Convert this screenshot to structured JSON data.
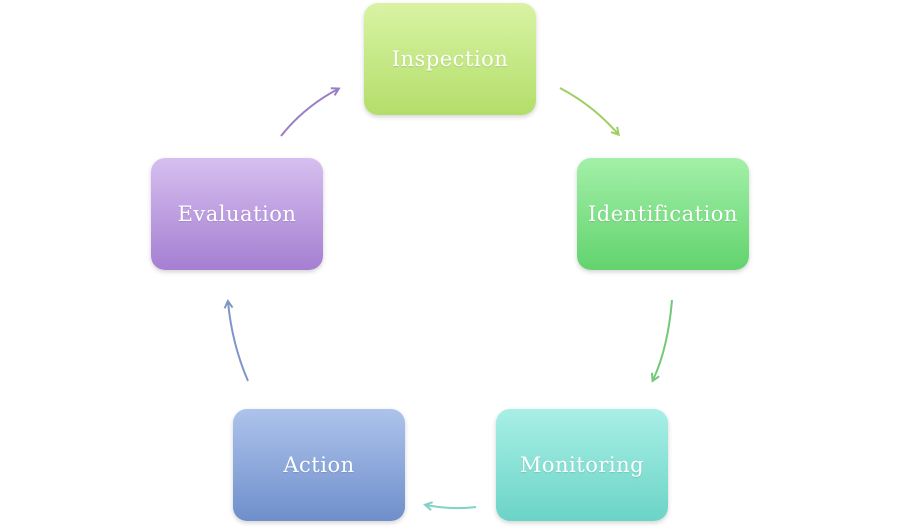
{
  "diagram": {
    "nodes": [
      {
        "id": "inspection",
        "label": "Inspection"
      },
      {
        "id": "identification",
        "label": "Identification"
      },
      {
        "id": "monitoring",
        "label": "Monitoring"
      },
      {
        "id": "action",
        "label": "Action"
      },
      {
        "id": "evaluation",
        "label": "Evaluation"
      }
    ],
    "edges": [
      {
        "from": "inspection",
        "to": "identification",
        "color": "#9fcf63"
      },
      {
        "from": "identification",
        "to": "monitoring",
        "color": "#73c97a"
      },
      {
        "from": "monitoring",
        "to": "action",
        "color": "#7fd3c7"
      },
      {
        "from": "action",
        "to": "evaluation",
        "color": "#7f97c8"
      },
      {
        "from": "evaluation",
        "to": "inspection",
        "color": "#9a7fc6"
      }
    ]
  }
}
